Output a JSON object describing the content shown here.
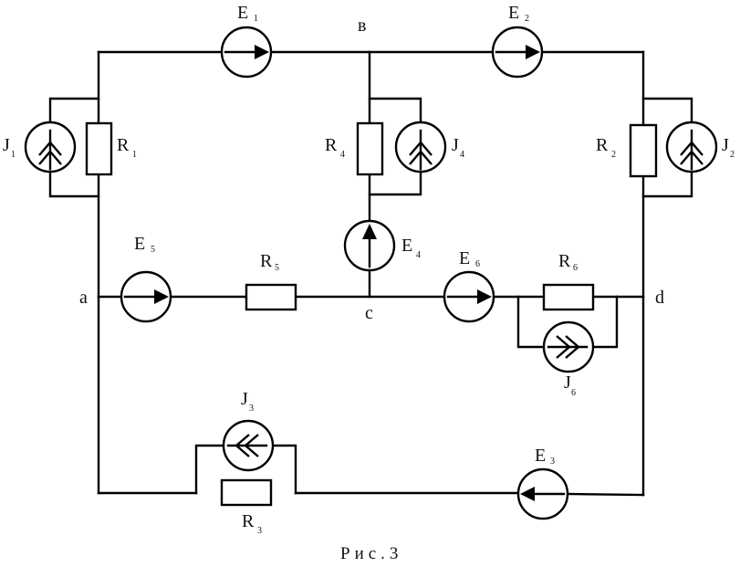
{
  "nodes": {
    "a": "a",
    "b": "в",
    "c": "c",
    "d": "d"
  },
  "labels": {
    "E1": {
      "main": "E",
      "sub": "1"
    },
    "E2": {
      "main": "E",
      "sub": "2"
    },
    "E3": {
      "main": "E",
      "sub": "3"
    },
    "E4": {
      "main": "E",
      "sub": "4"
    },
    "E5": {
      "main": "E",
      "sub": "5"
    },
    "E6": {
      "main": "E",
      "sub": "6"
    },
    "R1": {
      "main": "R",
      "sub": "1"
    },
    "R2": {
      "main": "R",
      "sub": "2"
    },
    "R3": {
      "main": "R",
      "sub": "3"
    },
    "R4": {
      "main": "R",
      "sub": "4"
    },
    "R5": {
      "main": "R",
      "sub": "5"
    },
    "R6": {
      "main": "R",
      "sub": "6"
    },
    "J1": {
      "main": "J",
      "sub": "1"
    },
    "J2": {
      "main": "J",
      "sub": "2"
    },
    "J3": {
      "main": "J",
      "sub": "3"
    },
    "J4": {
      "main": "J",
      "sub": "4"
    },
    "J6": {
      "main": "J",
      "sub": "6"
    }
  },
  "caption": "Рис.3"
}
